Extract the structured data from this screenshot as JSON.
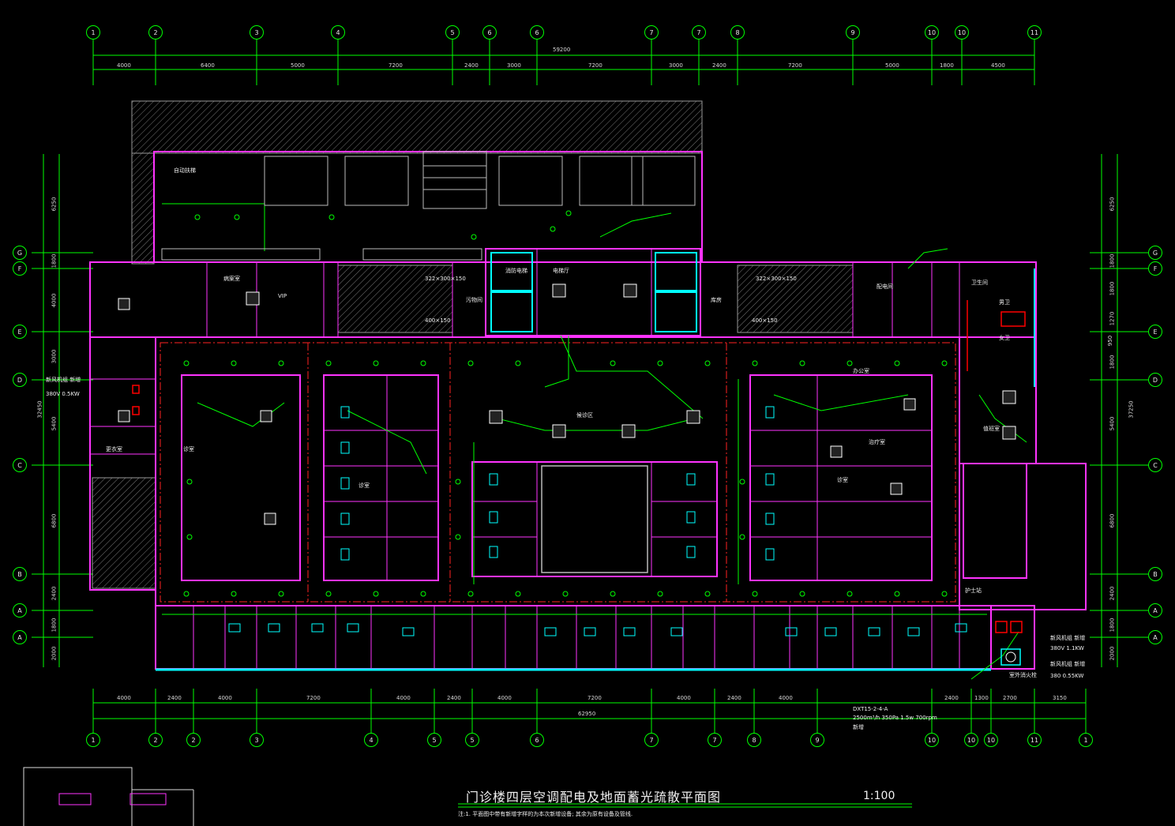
{
  "title": "门诊楼四层空调配电及地面蓄光疏散平面图",
  "scale": "1:100",
  "colors": {
    "background": "#000000",
    "grid": "#00ff00",
    "wall": "#ff33ff",
    "text": "#e8e8e8",
    "cyan": "#00ffff",
    "red": "#ff0000",
    "blue": "#3355ff"
  },
  "top_axes": [
    "1",
    "2",
    "3",
    "4",
    "5",
    "6",
    "6",
    "7",
    "7",
    "8",
    "9",
    "10",
    "10",
    "11"
  ],
  "bottom_axes": [
    "1",
    "2",
    "2",
    "3",
    "4",
    "5",
    "5",
    "6",
    "7",
    "7",
    "8",
    "9",
    "10",
    "10",
    "10",
    "11",
    "1"
  ],
  "left_axes": [
    "G",
    "F",
    "E",
    "D",
    "C",
    "B",
    "A",
    "A"
  ],
  "right_axes": [
    "G",
    "F",
    "E",
    "D",
    "C",
    "B",
    "A",
    "A"
  ],
  "top_dims": [
    "4000",
    "6400",
    "5000",
    "7200",
    "2400",
    "3000",
    "7200",
    "3000",
    "2400",
    "7200",
    "5000",
    "1800",
    "4500"
  ],
  "top_total": "59200",
  "bottom_dims": [
    "4000",
    "2400",
    "4000",
    "7200",
    "4000",
    "2400",
    "4000",
    "7200",
    "4000",
    "2400",
    "4000",
    "2400",
    "1300",
    "2700",
    "3150"
  ],
  "bottom_total": "62950",
  "left_dims": [
    "6250",
    "1800",
    "4000",
    "3000",
    "5400",
    "6800",
    "2400",
    "1800",
    "2000"
  ],
  "left_total": "32450",
  "right_dims": [
    "6250",
    "1800",
    "1800",
    "1270",
    "950",
    "1800",
    "5400",
    "6800",
    "2400",
    "1800",
    "2000"
  ],
  "right_total": "37250",
  "rooms": {
    "r1": "自动扶梯",
    "r2": "诊室",
    "r3": "诊室",
    "r4": "诊室",
    "r5": "候诊区",
    "r6": "办公室",
    "r7": "治疗室",
    "r8": "更衣室",
    "r9": "值班室",
    "r10": "护士站",
    "r11": "电梯厅",
    "r12": "消防电梯",
    "r13": "病案室",
    "r14": "VIP",
    "r15": "库房",
    "r16": "污物间",
    "r17": "配电间",
    "r18": "卫生间",
    "r19": "男卫",
    "r20": "女卫"
  },
  "notes": {
    "ahu_left": "新风机组 新增",
    "ahu_left_power": "380V 0.5KW",
    "ahu_right": "新风机组 新增",
    "ahu_right_power": "380V 1.1KW",
    "ahu_right2": "新风机组 新增",
    "ahu_right2_power": "380 0.55KW",
    "spec1": "DXT15-2-4-A",
    "spec2": "2500m³/h 350Pa 1.5w 700rpm",
    "spec3": "新增",
    "duct1": "322×300×150",
    "duct2": "322×300×150",
    "duct3": "400×150",
    "duct4": "400×150",
    "fire_label": "室外消火栓",
    "footnote": "注:1. 平面图中带有新增字样的为本次新增设备; 其余为原有设备及管线."
  }
}
